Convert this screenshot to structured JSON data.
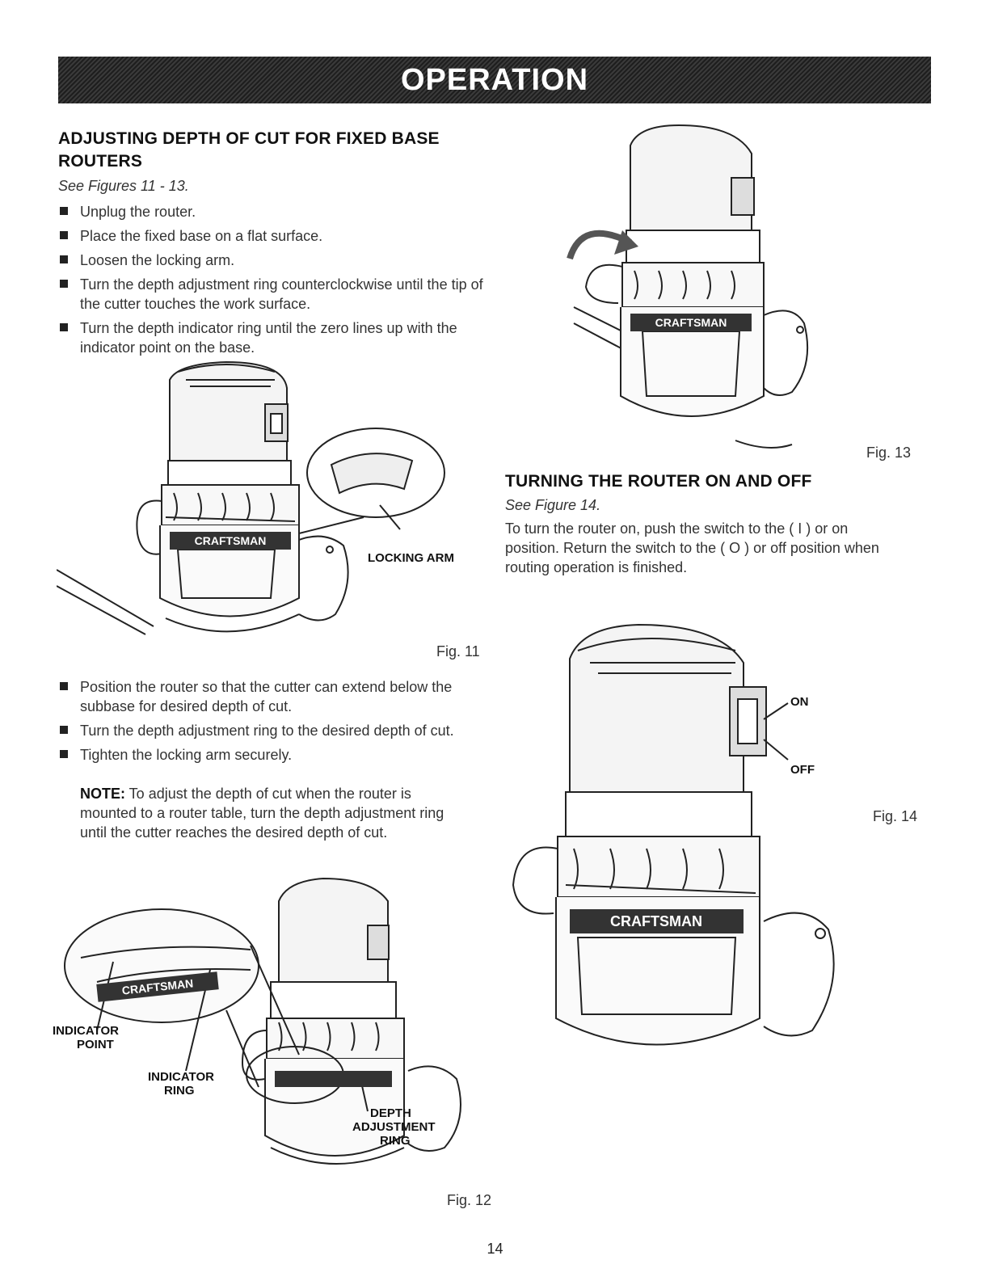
{
  "banner": {
    "title": "OPERATION"
  },
  "left_section": {
    "heading_line1": "ADJUSTING DEPTH OF CUT FOR FIXED BASE",
    "heading_line2": "ROUTERS",
    "see_figures": "See Figures 11 - 13.",
    "bullets_top": [
      "Unplug the router.",
      "Place the fixed base on a flat surface.",
      "Loosen the locking arm.",
      "Turn the depth adjustment ring counterclockwise until the tip of the cutter touches the work surface.",
      "Turn the depth indicator ring until the zero lines up with the indicator point on the base."
    ],
    "bullets_bottom": [
      "Position the router so that the cutter can extend below the subbase for desired depth of cut.",
      "Turn the depth adjustment ring to the desired depth of cut.",
      "Tighten the locking arm securely."
    ],
    "note_label": "NOTE:",
    "note_text": " To adjust the depth of cut when the router is mounted to a router table, turn the depth adjustment ring until the cutter reaches the desired depth of cut."
  },
  "right_section": {
    "heading": "TURNING THE ROUTER ON AND OFF",
    "see_figure": "See Figure 14.",
    "paragraph": "To turn the router on, push the switch to the ( I ) or on position. Return the switch to the ( O ) or off position when routing operation is finished."
  },
  "figures": {
    "fig11": {
      "caption": "Fig. 11",
      "callout_locking_arm": "LOCKING ARM",
      "brand": "CRAFTSMAN"
    },
    "fig12": {
      "caption": "Fig. 12",
      "callout_indicator_point_1": "INDICATOR",
      "callout_indicator_point_2": "POINT",
      "callout_indicator_ring_1": "INDICATOR",
      "callout_indicator_ring_2": "RING",
      "callout_depth_1": "DEPTH",
      "callout_depth_2": "ADJUSTMENT",
      "callout_depth_3": "RING",
      "brand": "CRAFTSMAN"
    },
    "fig13": {
      "caption": "Fig. 13",
      "brand": "CRAFTSMAN"
    },
    "fig14": {
      "caption": "Fig. 14",
      "callout_on": "ON",
      "callout_off": "OFF",
      "brand": "CRAFTSMAN"
    }
  },
  "page_number": "14"
}
